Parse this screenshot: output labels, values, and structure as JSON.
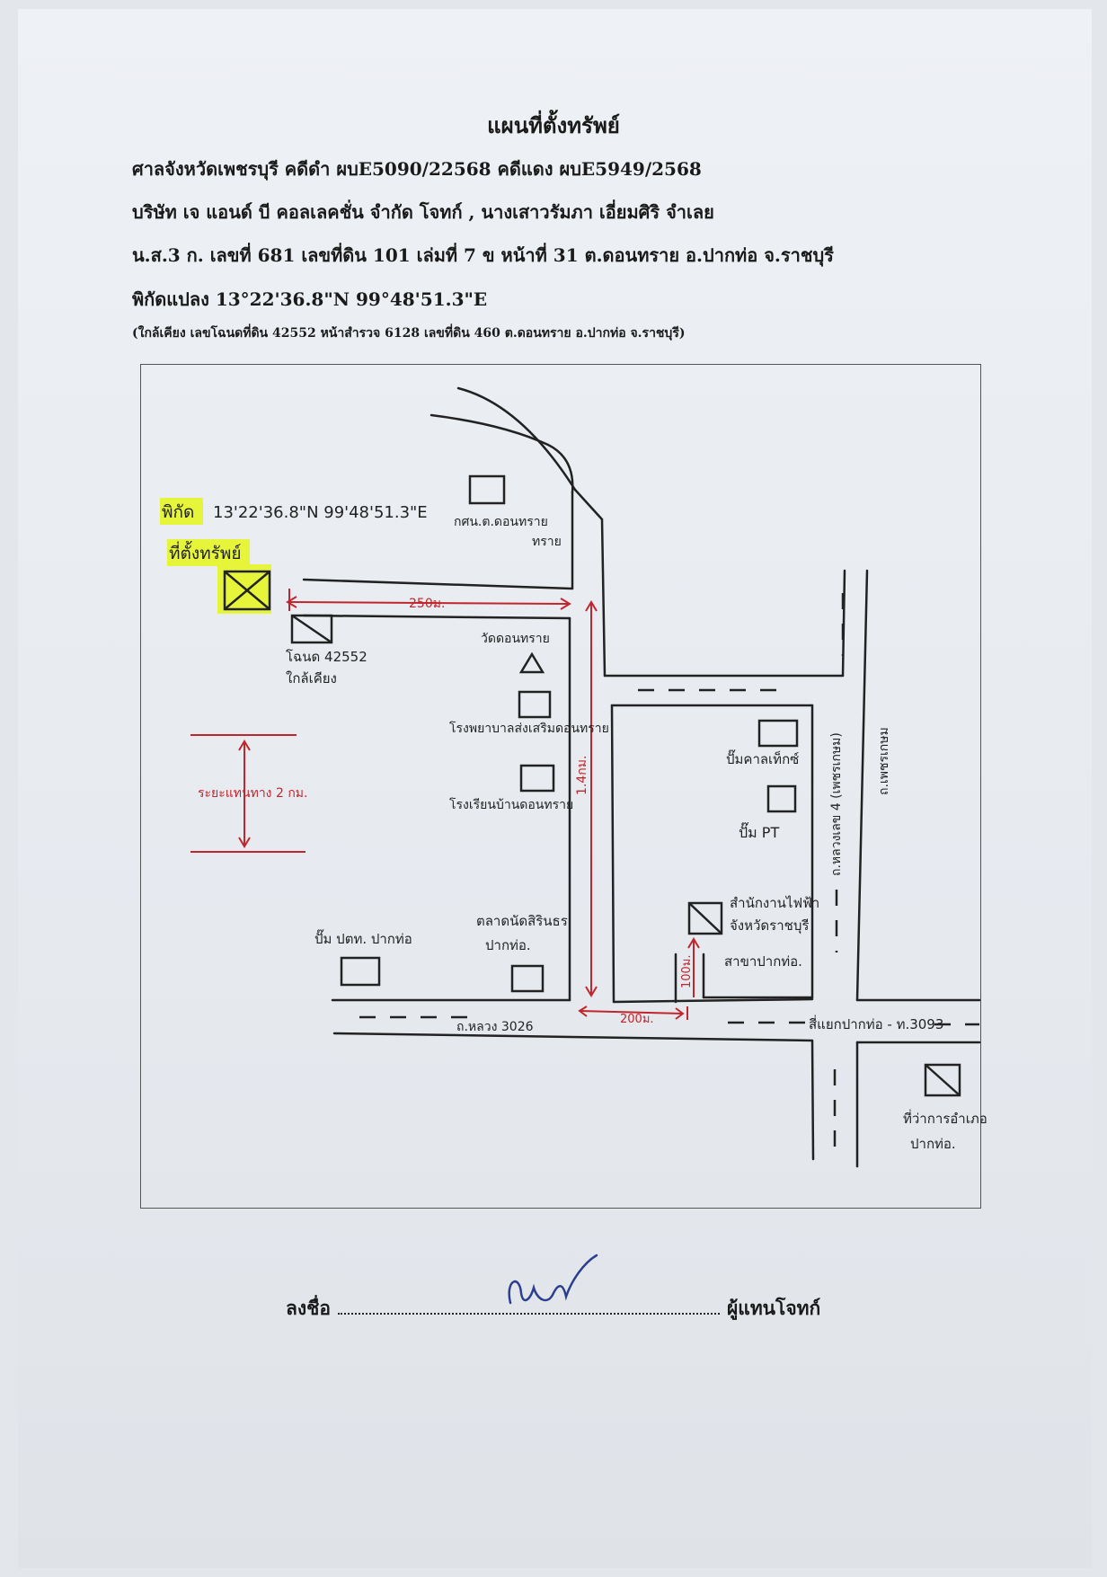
{
  "header": {
    "title": "แผนที่ตั้งทรัพย์",
    "line1": "ศาลจังหวัดเพชรบุรี  คดีดำ ผบE5090/22568  คดีแดง ผบE5949/2568",
    "line2": "บริษัท เจ แอนด์ บี คอลเลคชั่น จำกัด  โจทก์ , นางเสาวรัมภา เอี่ยมศิริ จำเลย",
    "line3": "น.ส.3 ก. เลขที่ 681  เลขที่ดิน 101 เล่มที่ 7 ข หน้าที่ 31  ต.ดอนทราย อ.ปากท่อ จ.ราชบุรี",
    "line4": "พิกัดแปลง  13°22'36.8\"N 99°48'51.3\"E",
    "line5": "(ใกล้เคียง เลขโฉนดที่ดิน 42552 หน้าสำรวจ 6128 เลขที่ดิน 460 ต.ดอนทราย อ.ปากท่อ จ.ราชบุรี)"
  },
  "map": {
    "coord_label": "พิกัด",
    "coord_value": "13'22'36.8\"N 99'48'51.3\"E",
    "site_label": "ที่ตั้งทรัพย์",
    "labels": {
      "neighbor_plot": "โฉนด 42552",
      "neighbor_plot_2": "ใกล้เคียง",
      "community_hall_1": "กศน.ต.ดอนทราย",
      "community_hall_2": "ทราย",
      "temple": "วัดดอนทราย",
      "hospital": "โรงพยาบาลส่งเสริมดอนทราย",
      "school": "โรงเรียนบ้านดอนทราย",
      "ptt_station": "ปั๊ม ปตท. ปากท่อ",
      "police_1": "ตลาดนัดสิรินธร",
      "police_2": "ปากท่อ.",
      "cashew_station": "ปั๊มคาลเท็กซ์",
      "pt_station": "ปั๊ม PT",
      "electric_1": "สำนักงานไฟฟ้า",
      "electric_2": "จังหวัดราชบุรี",
      "electric_3": "สาขาปากท่อ.",
      "district_office_1": "ที่ว่าการอำเภอ",
      "district_office_2": "ปากท่อ.",
      "road_3026": "ถ.หลวง 3026",
      "junction": "สี่แยกปากท่อ - ท.3093",
      "road_4": "ถ.หลวงเลข 4 (เพชรเกษม)",
      "road_right": "ถ.เพชรเกษม",
      "dist_250": "250ม.",
      "dist_1400": "1.4กม.",
      "dist_200": "200ม.",
      "dist_100": "100ม.",
      "scale": "ระยะแทนทาง 2 กม."
    }
  },
  "signature": {
    "prefix": "ลงชื่อ",
    "suffix": "ผู้แทนโจทก์"
  },
  "colors": {
    "highlight": "#e6f53a",
    "red_ink": "#c0262d",
    "blue_ink": "#2c3f8f"
  }
}
